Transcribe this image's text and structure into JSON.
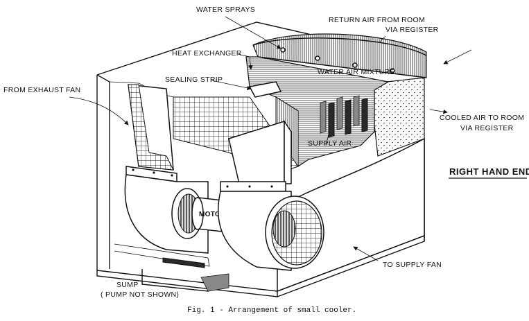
{
  "labels": {
    "water_sprays": "WATER SPRAYS",
    "return_air_1": "RETURN AIR FROM ROOM",
    "return_air_2": "VIA REGISTER",
    "heat_exchanger": "HEAT EXCHANGER",
    "sealing_strip": "SEALING STRIP",
    "water_air_mixture": "WATER AIR MIXTURE",
    "from_exhaust_fan": "FROM EXHAUST FAN",
    "cooled_air_1": "COOLED AIR TO ROOM",
    "cooled_air_2": "VIA REGISTER",
    "supply_air": "SUPPLY AIR",
    "right_hand_end": "RIGHT HAND END",
    "motor": "MOTOR",
    "to_supply_fan": "TO SUPPLY FAN",
    "sump": "SUMP",
    "pump_not_shown": "( PUMP NOT SHOWN)"
  },
  "caption": "Fig. 1 - Arrangement of small cooler."
}
